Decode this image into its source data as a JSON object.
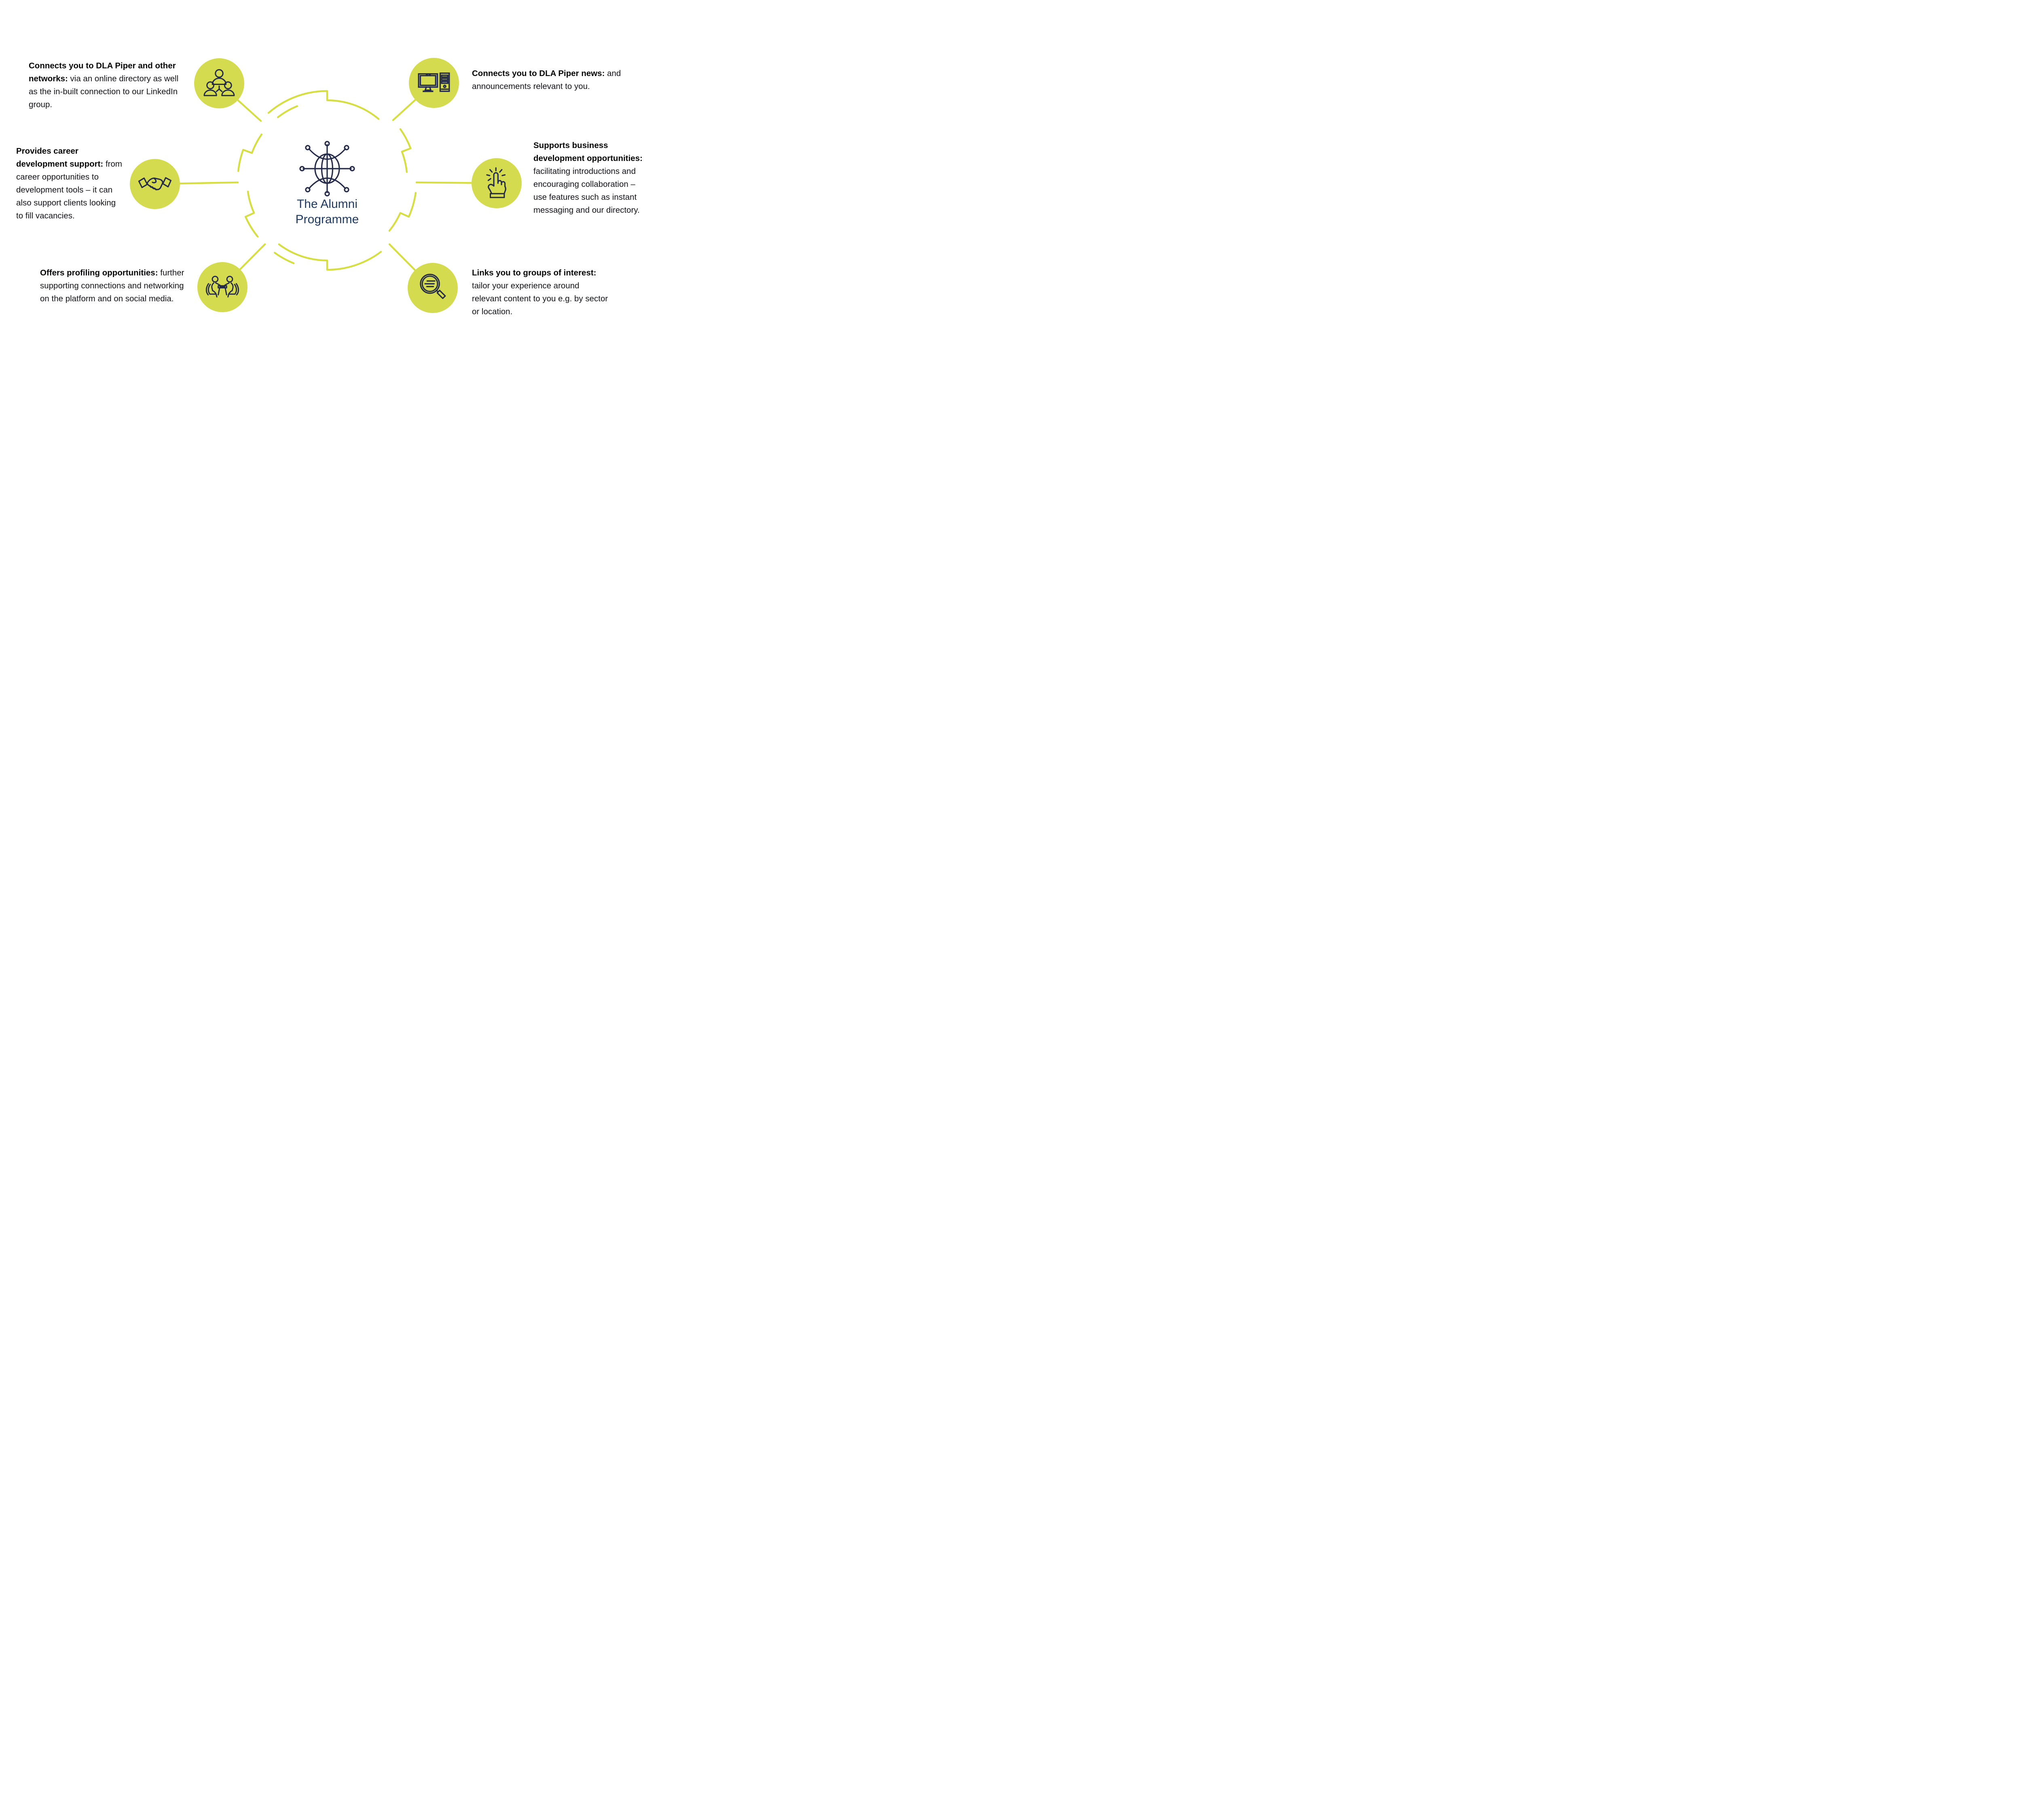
{
  "title": {
    "line1": "The Alumni",
    "line2": "Programme"
  },
  "colors": {
    "lime_fill": "#d5db4f",
    "lime_line": "#d6de44",
    "navy_icon": "#232a4a",
    "navy_title": "#1f3a60",
    "body_text": "#121419"
  },
  "items": [
    {
      "id": "connects-networks",
      "icon": "people-network-icon",
      "bold": "Connects you to DLA Piper and other networks:",
      "rest": " via an online directory as well as the in-built connection to our LinkedIn group."
    },
    {
      "id": "career-support",
      "icon": "handshake-icon",
      "bold": "Provides career development support:",
      "rest": " from career opportunities to development tools – it can also support clients looking to fill vacancies."
    },
    {
      "id": "profiling",
      "icon": "meeting-icon",
      "bold": "Offers profiling opportunities:",
      "rest": " further supporting connections and networking on the platform and on social media."
    },
    {
      "id": "news",
      "icon": "computer-icon",
      "bold": "Connects you to DLA Piper news:",
      "rest": " and announcements relevant to you."
    },
    {
      "id": "business-development",
      "icon": "click-hand-icon",
      "bold": "Supports business development opportunities:",
      "rest": " facilitating introductions and encouraging collaboration – use features such as instant messaging and our directory."
    },
    {
      "id": "groups-of-interest",
      "icon": "search-list-icon",
      "bold": "Links you to groups of interest:",
      "rest": " tailor your experience around relevant content to you e.g. by sector or location."
    }
  ]
}
